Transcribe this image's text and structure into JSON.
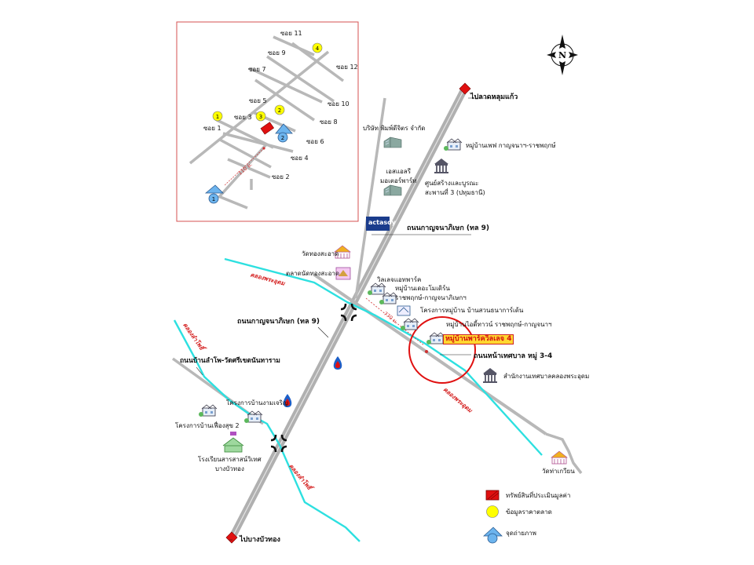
{
  "colors": {
    "road": "#b8b8b8",
    "canal": "#2de0e0",
    "inset_border": "#d55050",
    "circle": "#e01010",
    "marker_yellow": "#ffff00",
    "photo_blue": "#6cb4ee",
    "property_red": "#e01010"
  },
  "compass": {
    "letter": "N"
  },
  "inset": {
    "soi": [
      "ซอย 11",
      "ซอย 9",
      "ซอย 12",
      "ซอย 7",
      "ซอย 5",
      "ซอย 10",
      "ซอย 3",
      "ซอย 8",
      "ซอย 1",
      "ซอย 6",
      "ซอย 4",
      "ซอย 2"
    ],
    "distance": "110 ม.",
    "markers": [
      "1",
      "2",
      "3",
      "4"
    ],
    "photos": [
      "1",
      "2"
    ]
  },
  "places": {
    "pak_kret": "ไปลาดหลุมแก้ว",
    "bang_bua_thong": "ไปบางบัวทอง",
    "company": "บริษัท พิมพ์ดีจิตร จำกัด",
    "sml": "เอสแอลรี\nมอเตอร์พาร์ท",
    "brand": "actasoy",
    "village_pap": "หมู่บ้านเพฟ กาญจนาฯ-ราชพฤกษ์",
    "construction_center": "ศูนย์สร้างและบูรณะ\nสะพานที่ 3 (ปทุมธานี)",
    "road_kanchana_top": "ถนนกาญจนาภิเษก (ทล 9)",
    "wat_thong": "วัดทองสะอาด",
    "market": "ตลาดนัดทองสะอาด",
    "village_elite": "วิลเลจแอทพาร์ค",
    "village_plaza": "หมู่บ้านเดอะโมเดิร์น\nราชพฤกษ์-กาญจนาภิเษกฯ",
    "project_garden": "โครงการหมู่บ้าน บ้านสวนธนาการ์เด้น",
    "village_eastern": "หมู่บ้านไอดี้ทาวน์ ราชพฤกษ์-กาญจนาฯ",
    "subject": "หมู่บ้านพาร์ควิลเลจ 4",
    "road_kanchana_mid": "ถนนกาญจนาภิเษก (ทล 9)",
    "road_municipal": "ถนนหน้าเทศบาล หมู่ 3-4",
    "road_lampho": "ถนนบ้านลำโพ-วัดศรีเขตนันทาราม",
    "municipal_office": "สำนักงานเทศบาลคลองพระอุดม",
    "project_ngam": "โครงการบ้านงามเจริญ",
    "project_feung": "โครงการบ้านเฟื่องสุข 2",
    "school": "โรงเรียนสารสาสน์วิเทศ\nบางบัวทอง",
    "wat_tha": "วัดท่าเกวียน",
    "distance_main": "770 ม."
  },
  "canals": {
    "top": "คลองพระอุดม",
    "right": "คลองพระอุดม",
    "left": "คลองลำโพธิ์",
    "bottom": "คลองลำโพธิ์"
  },
  "legend": [
    {
      "icon": "property-icon",
      "label": "ทรัพย์สินที่ประเมินมูลค่า"
    },
    {
      "icon": "market-price-icon",
      "label": "ข้อมูลราคาตลาด"
    },
    {
      "icon": "photo-point-icon",
      "label": "จุดถ่ายภาพ"
    }
  ]
}
